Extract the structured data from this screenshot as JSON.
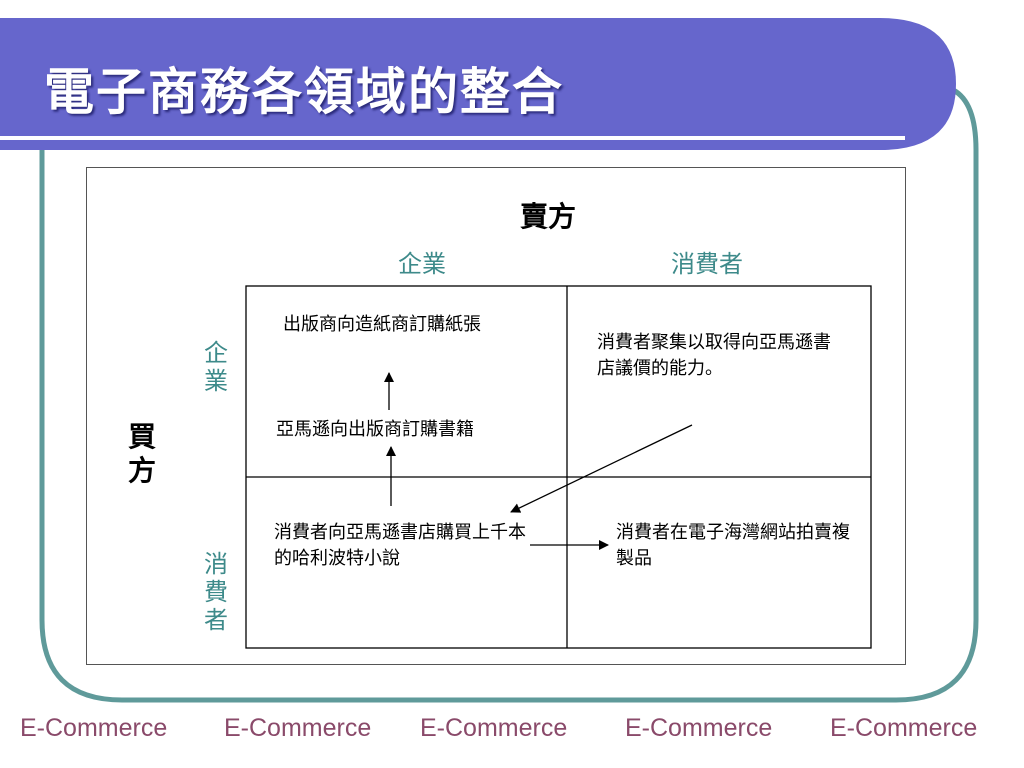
{
  "slide": {
    "title": "電子商務各領域的整合",
    "colors": {
      "title_bar": "#6666cc",
      "frame": "#5f9a9a",
      "label_teal": "#3d8a8a",
      "footer_text": "#8a4a6a"
    }
  },
  "matrix": {
    "seller_label": "賣方",
    "buyer_label": "買方",
    "columns": [
      "企業",
      "消費者"
    ],
    "rows": [
      "企業",
      "消費者"
    ],
    "cells": {
      "b2b_top": "出版商向造紙商訂購紙張",
      "b2b_bottom": "亞馬遜向出版商訂購書籍",
      "c2b": "消費者聚集以取得向亞馬遜書店議價的能力。",
      "b2c": "消費者向亞馬遜書店購買上千本的哈利波特小說",
      "c2c": "消費者在電子海灣網站拍賣複製品"
    }
  },
  "footer": {
    "items": [
      "E-Commerce",
      "E-Commerce",
      "E-Commerce",
      "E-Commerce",
      "E-Commerce"
    ]
  }
}
